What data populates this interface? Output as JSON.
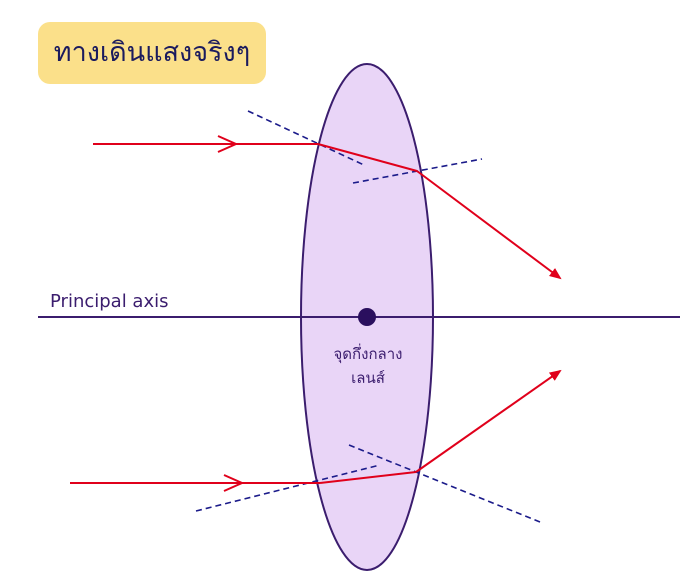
{
  "title": "ทางเดินแสงจริงๆ",
  "axis_label": "Principal axis",
  "center_label_line1": "จุดกึ่งกลาง",
  "center_label_line2": "เลนส์",
  "colors": {
    "title_bg": "#fbe08a",
    "lens_fill": "#e9d5f7",
    "lens_stroke": "#3b1d6e",
    "axis": "#3b1d6e",
    "ray": "#e0001b",
    "normal": "#1b1b8a",
    "center_dot": "#2a0f5e"
  }
}
